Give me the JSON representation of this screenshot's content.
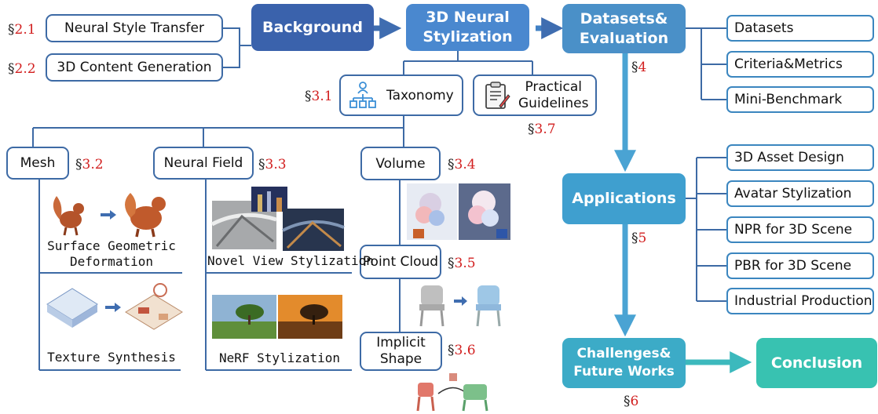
{
  "top": {
    "neural_style_transfer": "Neural Style Transfer",
    "content_generation": "3D Content Generation",
    "background": "Background",
    "stylization_l1": "3D Neural",
    "stylization_l2": "Stylization",
    "datasets_l1": "Datasets&",
    "datasets_l2": "Evaluation",
    "taxonomy": "Taxonomy",
    "guidelines_l1": "Practical",
    "guidelines_l2": "Guidelines"
  },
  "sections": {
    "s21": {
      "sym": "§",
      "num": "2.1"
    },
    "s22": {
      "sym": "§",
      "num": "2.2"
    },
    "s31": {
      "sym": "§",
      "num": "3.1"
    },
    "s32": {
      "sym": "§",
      "num": "3.2"
    },
    "s33": {
      "sym": "§",
      "num": "3.3"
    },
    "s34": {
      "sym": "§",
      "num": "3.4"
    },
    "s35": {
      "sym": "§",
      "num": "3.5"
    },
    "s36": {
      "sym": "§",
      "num": "3.6"
    },
    "s37": {
      "sym": "§",
      "num": "3.7"
    },
    "s4": {
      "sym": "§",
      "num": "4"
    },
    "s5": {
      "sym": "§",
      "num": "5"
    },
    "s6": {
      "sym": "§",
      "num": "6"
    }
  },
  "evaluation": [
    "Datasets",
    "Criteria&Metrics",
    "Mini-Benchmark"
  ],
  "applications_title": "Applications",
  "applications": [
    "3D Asset Design",
    "Avatar Stylization",
    "NPR for 3D Scene",
    "PBR for 3D Scene",
    "Industrial Production"
  ],
  "challenges_l1": "Challenges&",
  "challenges_l2": "Future Works",
  "conclusion": "Conclusion",
  "representations": {
    "mesh": "Mesh",
    "neural_field": "Neural Field",
    "volume": "Volume",
    "point_cloud": "Point Cloud",
    "implicit_l1": "Implicit",
    "implicit_l2": "Shape"
  },
  "captions": {
    "surface_l1": "Surface Geometric",
    "surface_l2": "Deformation",
    "texture": "Texture Synthesis",
    "novel_view": "Novel View Stylization",
    "nerf": "NeRF Stylization"
  },
  "colors": {
    "background_box": "#3a62ac",
    "stylization_box": "#4a88cf",
    "datasets_box": "#4a90c8",
    "applications_box": "#3f9fcf",
    "challenges_box": "#3cabc7",
    "conclusion_box": "#38c2b1",
    "outline": "#3d6aa5",
    "section_number": "#d21f1f"
  }
}
